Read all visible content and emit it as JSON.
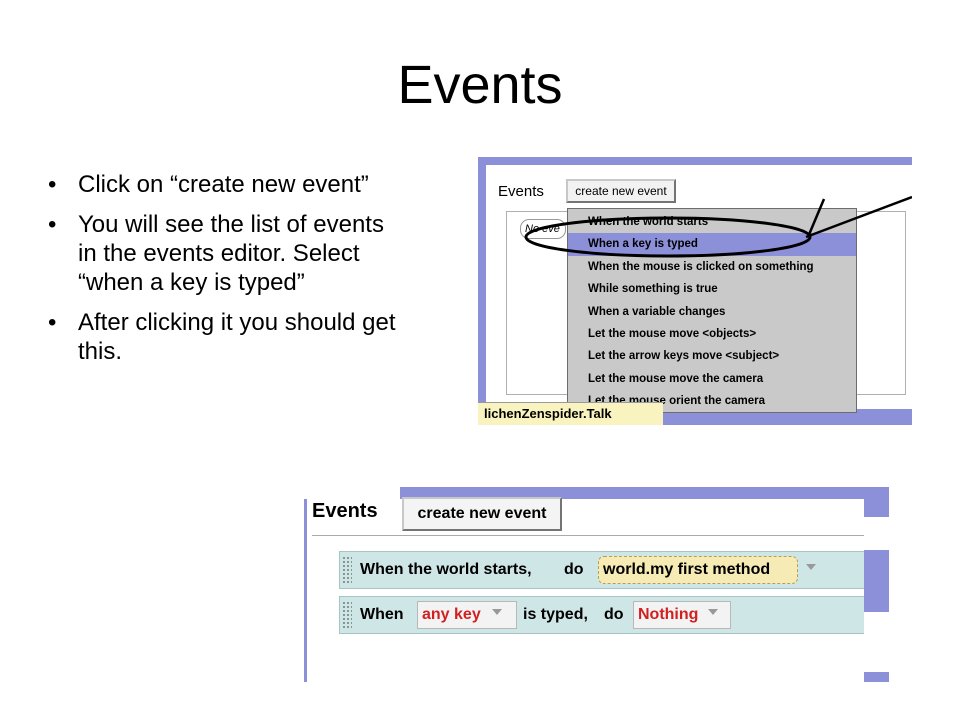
{
  "slide": {
    "title": "Events",
    "bullets": [
      "Click on “create new event”",
      "You will see the list of events in the events editor.  Select “when a key is typed”",
      "After clicking it you should get this."
    ]
  },
  "shot1": {
    "panel_label": "Events",
    "create_button": "create new event",
    "no_events_text": "No eve",
    "menu_items": [
      "When the world starts",
      "When a key is typed",
      "When the mouse is clicked on something",
      "While something is true",
      "When a variable changes",
      "Let the mouse move <objects>",
      "Let the arrow keys move <subject>",
      "Let the mouse move the camera",
      "Let the mouse orient the camera"
    ],
    "selected_index": 1,
    "bottom_bar_text": "lichenZenspider.Talk",
    "accent_color": "#8b90d8"
  },
  "shot2": {
    "panel_label": "Events",
    "create_button": "create new event",
    "row1": {
      "prefix": "When the world starts,",
      "do": "do",
      "method_tile": "world.my first method"
    },
    "row2": {
      "when": "When",
      "key_tile": "any key",
      "typed": "is typed,",
      "do": "do",
      "action_tile": "Nothing"
    },
    "row_color": "#cfe6e6",
    "tile_text_color": "#d22020"
  }
}
